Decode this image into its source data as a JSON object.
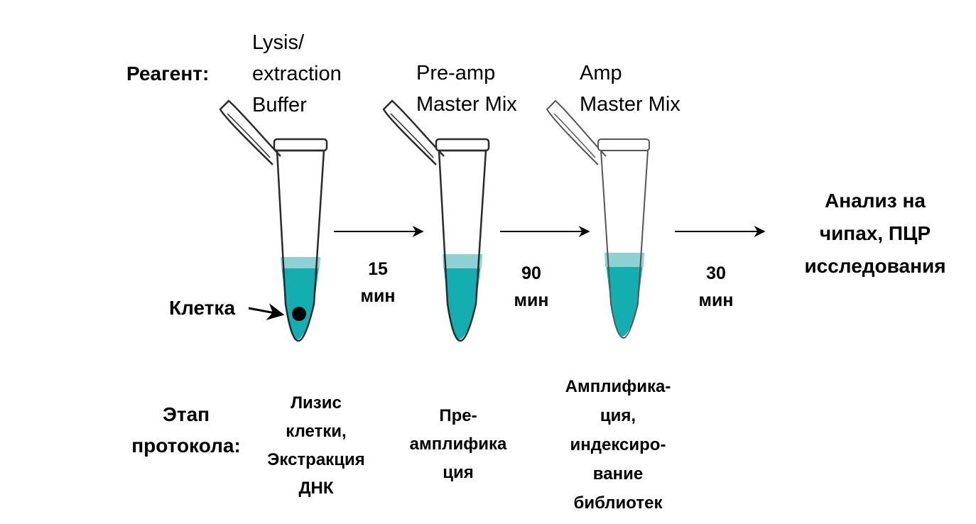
{
  "labels": {
    "reagent": "Реагент:",
    "stage": "Этап\nпротокола:",
    "cell": "Клетка",
    "result": "Анализ на\nчипах, ПЦР\nисследования"
  },
  "reagents": [
    "Lysis/\nextraction\nBuffer",
    "Pre-amp\nMaster Mix",
    "Amp\nMaster Mix"
  ],
  "durations": [
    "15\nмин",
    "90\nмин",
    "30\nмин"
  ],
  "stages": [
    "Лизис\nклетки,\nЭкстракция\nДНК",
    "Пре-\nамплифика\nция",
    "Амплифика-\nция,\nиндексиро-\nвание\nбиблиотек"
  ],
  "colors": {
    "liquid": "#14adb0",
    "liquid_top": "#8fd0d2",
    "outline": "#2a2a2a",
    "arrow": "#000000"
  }
}
